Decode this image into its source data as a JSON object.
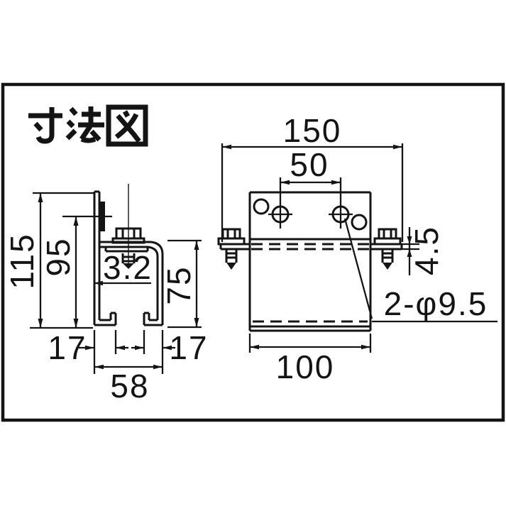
{
  "title": "寸法図",
  "colors": {
    "ink": "#141414",
    "background": "#ffffff"
  },
  "side_view": {
    "dim_total_height": "115",
    "dim_hole_height": "95",
    "dim_wall_thickness": "3.2",
    "dim_rail_height": "75",
    "dim_lip_left": "17",
    "dim_lip_right": "17",
    "dim_rail_width": "58"
  },
  "front_view": {
    "dim_total_width": "150",
    "dim_hole_pitch": "50",
    "dim_plate_thickness": "4.5",
    "dim_hole_note": "2-φ9.5",
    "dim_bottom_width": "100"
  }
}
